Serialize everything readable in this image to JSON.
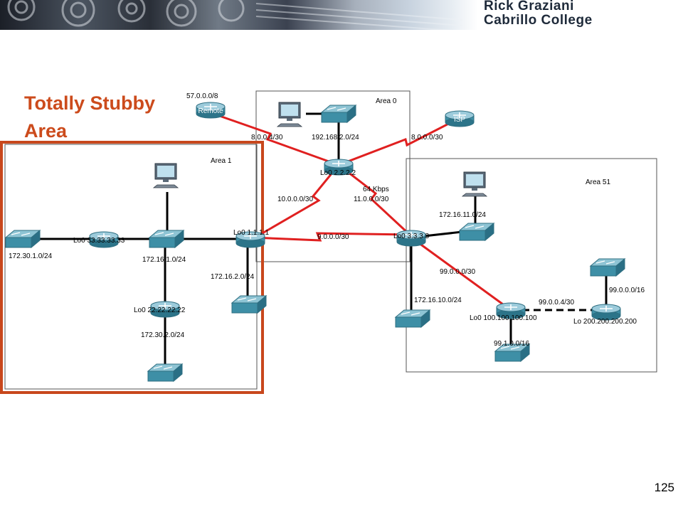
{
  "banner": {
    "author": "Rick Graziani",
    "institution": "Cabrillo College"
  },
  "slide": {
    "title": "Totally Stubby Area",
    "page_number": "125"
  },
  "areas": {
    "area0": "Area 0",
    "area1": "Area 1",
    "area51": "Area 51"
  },
  "devices": {
    "remote_router": "Remote",
    "isp_router": "ISP"
  },
  "links": {
    "remote_to_r2": "8.0.0.4/30",
    "r2_to_isp": "8.0.0.0/30",
    "r2_to_r1": "10.0.0.0/30",
    "r2_to_r3": "11.0.0.0/30",
    "r2_r3_bandwidth": "64 Kbps",
    "r1_to_r3": "9.0.0.0/30",
    "r3_to_r100": "99.0.0.0/30",
    "r100_to_r200": "99.0.0.4/30"
  },
  "networks": {
    "remote": "57.0.0.0/8",
    "area0_lan": "192.168.2.0/24",
    "r33_lan": "172.30.1.0/24",
    "area1_core_lan": "172.16.1.0/24",
    "r1_lan": "172.16.2.0/24",
    "r22_lan": "172.30.2.0/24",
    "r3_pc_lan": "172.16.11.0/24",
    "r3_lan": "172.16.10.0/24",
    "r100_lan": "99.1.0.0/16",
    "r200_lan": "99.0.0.0/16"
  },
  "loopbacks": {
    "r2": "Lo0 2.2.2.2",
    "r1": "Lo0 1.1.1.1",
    "r3": "Lo0 3.3.3.3",
    "r33": "Lo0 33.33.33.33",
    "r22": "Lo0 22.22.22.22",
    "r100": "Lo0 100.100.100.100",
    "r200": "Lo 200.200.200.200"
  },
  "colors": {
    "title": "#cc4b1c",
    "highlight_box": "#c8471c",
    "serial_link": "#e02020",
    "ethernet_link": "#000000",
    "device": "#3e8fa6"
  }
}
